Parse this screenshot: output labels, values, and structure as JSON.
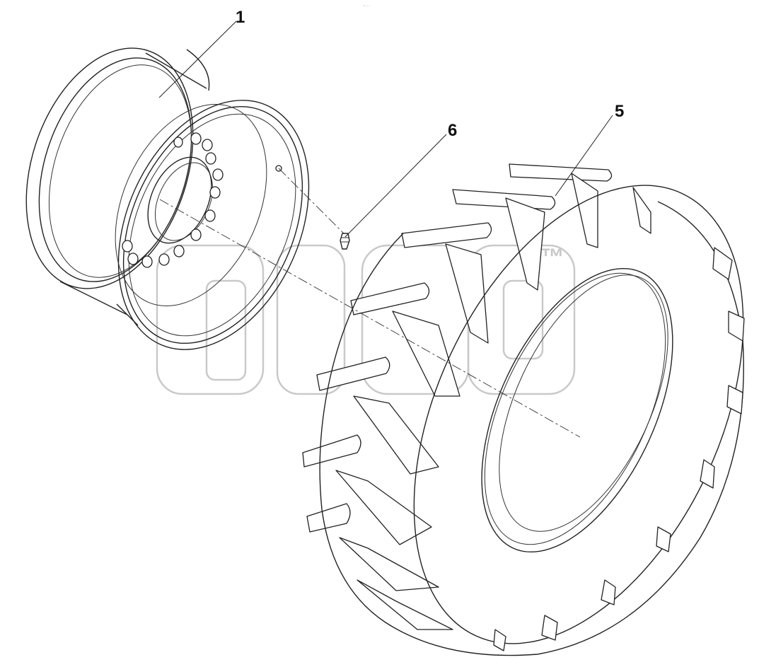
{
  "callouts": {
    "rim": "1",
    "tire": "5",
    "valve": "6"
  },
  "watermark": {
    "trademark": "™"
  },
  "top_mark": "~ ···",
  "colors": {
    "line": "#222222",
    "watermark": "#c9c9c9",
    "background": "#ffffff"
  }
}
